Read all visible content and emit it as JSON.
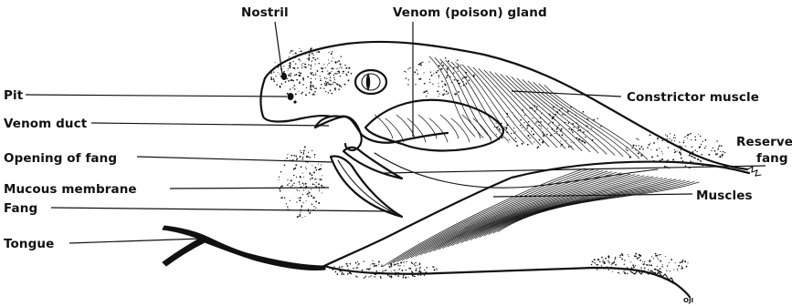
{
  "labels": {
    "nostril": "Nostril",
    "venom_gland": "Venom (poison) gland",
    "pit": "Pit",
    "constrictor_muscle": "Constrictor muscle",
    "venom_duct": "Venom duct",
    "reserve_fang_line1": "Reserve",
    "reserve_fang_line2": "fang",
    "opening_of_fang": "Opening of fang",
    "mucous_membrane": "Mucous membrane",
    "fang": "Fang",
    "muscles": "Muscles",
    "tongue": "Tongue"
  },
  "signature": "OJI"
}
